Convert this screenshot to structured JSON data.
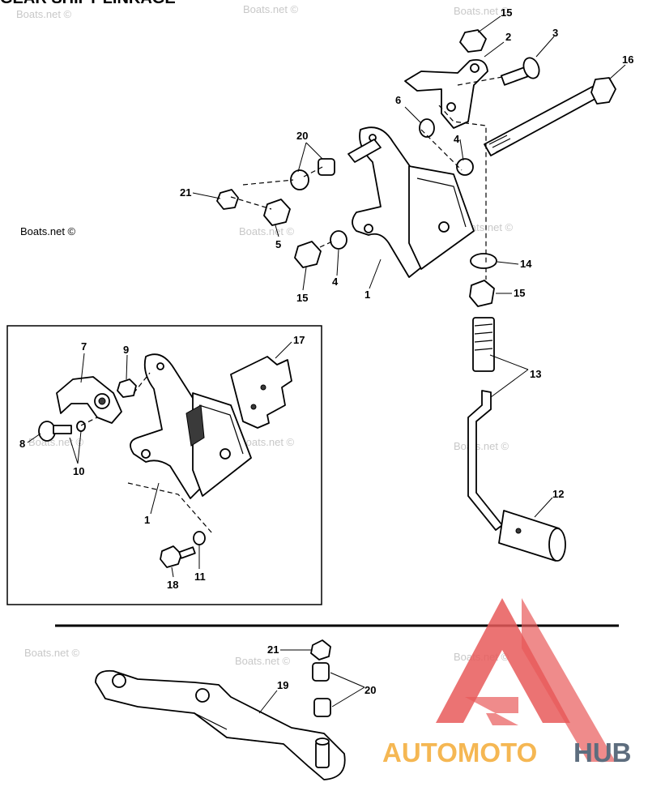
{
  "header_fragment": "GEAR SHIFT LINKAGE",
  "watermark_text": "Boats.net ©",
  "logo": {
    "word_left": "AUTOMOTO",
    "word_right": "HUB",
    "colors": {
      "triangle": "#e85a5a",
      "left": "#f5b041",
      "right": "#5d6d7e"
    }
  },
  "callouts": {
    "c15a": "15",
    "c2": "2",
    "c3": "3",
    "c16": "16",
    "c6": "6",
    "c20a": "20",
    "c4a": "4",
    "c21a": "21",
    "c5": "5",
    "c15b": "15",
    "c4b": "4",
    "c1a": "1",
    "c14": "14",
    "c15c": "15",
    "c13": "13",
    "c12": "12",
    "c7": "7",
    "c9": "9",
    "c17": "17",
    "c8": "8",
    "c10": "10",
    "c1b": "1",
    "c18": "18",
    "c11": "11",
    "c21b": "21",
    "c19": "19",
    "c20b": "20"
  }
}
